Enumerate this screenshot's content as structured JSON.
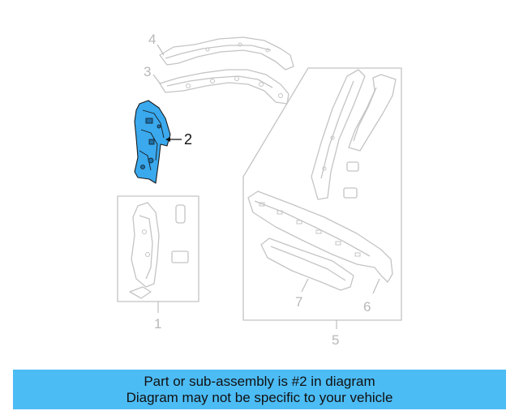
{
  "callouts": {
    "c1": "1",
    "c2": "2",
    "c3": "3",
    "c4": "4",
    "c5": "5",
    "c6": "6",
    "c7": "7"
  },
  "banner": {
    "line1": "Part or sub-assembly is #2 in diagram",
    "line2": "Diagram may not be specific to your vehicle"
  },
  "colors": {
    "highlight": "#3aa9ee",
    "banner": "#4cbcf5",
    "ghost": "#c4c4c4"
  }
}
